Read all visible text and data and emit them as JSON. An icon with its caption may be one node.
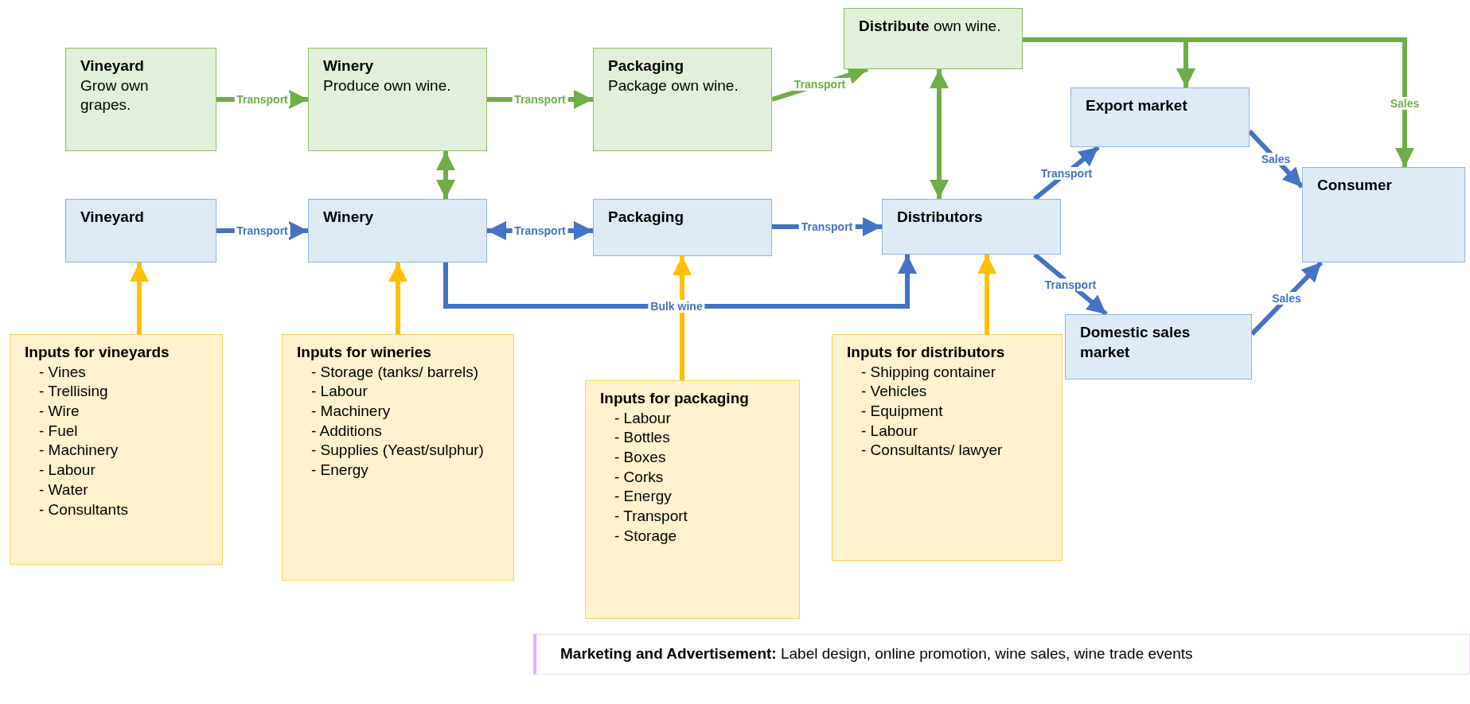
{
  "diagram": {
    "nodes": [
      {
        "text": [
          "Vineyard",
          "Grow own grapes."
        ]
      },
      {
        "text": [
          "Winery",
          "Produce own wine."
        ]
      },
      {
        "text": [
          "Packaging",
          "Package own wine."
        ]
      },
      {
        "text": [
          "**Distribute** own wine."
        ]
      },
      {
        "text": [
          "Vineyard"
        ]
      },
      {
        "text": [
          "Winery"
        ]
      },
      {
        "text": [
          "Packaging"
        ]
      },
      {
        "text": [
          "Distributors"
        ]
      },
      {
        "text": [
          "Export market"
        ]
      },
      {
        "text": [
          "Domestic sales market"
        ]
      },
      {
        "text": [
          "Consumer"
        ]
      },
      {
        "text": [
          "Inputs for vineyards",
          "- Vines",
          "- Trellising",
          "- Wire",
          "- Fuel",
          "- Machinery",
          "- Labour",
          "- Water",
          "- Consultants"
        ]
      },
      {
        "text": [
          "Inputs for wineries",
          "- Storage (tanks/ barrels)",
          "- Labour",
          "- Machinery",
          "- Additions",
          "- Supplies (Yeast/sulphur)",
          "- Energy"
        ]
      },
      {
        "text": [
          "Inputs for packaging",
          "- Labour",
          "- Bottles",
          "- Boxes",
          "- Corks",
          "- Energy",
          "- Transport",
          "- Storage"
        ]
      },
      {
        "text": [
          "Inputs for distributors",
          "- Shipping container",
          "- Vehicles",
          "- Equipment",
          "- Labour",
          "- Consultants/ lawyer"
        ]
      },
      {
        "text": [
          "**Marketing and Advertisement:** Label design, online promotion, wine sales, wine trade events"
        ]
      }
    ],
    "edges": [
      {
        "from": 0,
        "to": 1,
        "arrow": "to",
        "label": "Transport",
        "color": "#70ad47"
      },
      {
        "from": 1,
        "to": 2,
        "arrow": "to",
        "label": "Transport",
        "color": "#70ad47"
      },
      {
        "from": 2,
        "to": 3,
        "arrow": "to",
        "label": "Transport",
        "color": "#70ad47"
      },
      {
        "from": 3,
        "to": 10,
        "arrow": "to",
        "label": "Sales",
        "color": "#70ad47"
      },
      {
        "from": 3,
        "to": 8,
        "arrow": "to",
        "color": "#70ad47"
      },
      {
        "from": 1,
        "to": 5,
        "arrow": "both",
        "color": "#70ad47"
      },
      {
        "from": 3,
        "to": 7,
        "arrow": "both",
        "color": "#70ad47"
      },
      {
        "from": 4,
        "to": 5,
        "arrow": "to",
        "label": "Transport",
        "color": "#4472c4"
      },
      {
        "from": 5,
        "to": 6,
        "arrow": "both",
        "label": "Transport",
        "color": "#4472c4"
      },
      {
        "from": 6,
        "to": 7,
        "arrow": "to",
        "label": "Transport",
        "color": "#4472c4"
      },
      {
        "from": 5,
        "to": 7,
        "arrow": "to",
        "label": "Bulk wine",
        "color": "#4472c4"
      },
      {
        "from": 7,
        "to": 8,
        "arrow": "to",
        "label": "Transport",
        "color": "#4472c4"
      },
      {
        "from": 7,
        "to": 9,
        "arrow": "to",
        "label": "Transport",
        "color": "#4472c4"
      },
      {
        "from": 8,
        "to": 10,
        "arrow": "to",
        "label": "Sales",
        "color": "#4472c4"
      },
      {
        "from": 9,
        "to": 10,
        "arrow": "to",
        "label": "Sales",
        "color": "#4472c4"
      },
      {
        "from": 11,
        "to": 4,
        "arrow": "to",
        "color": "#ffc000"
      },
      {
        "from": 12,
        "to": 5,
        "arrow": "to",
        "color": "#ffc000"
      },
      {
        "from": 13,
        "to": 6,
        "arrow": "to",
        "color": "#ffc000"
      },
      {
        "from": 14,
        "to": 7,
        "arrow": "to",
        "color": "#ffc000"
      }
    ]
  }
}
